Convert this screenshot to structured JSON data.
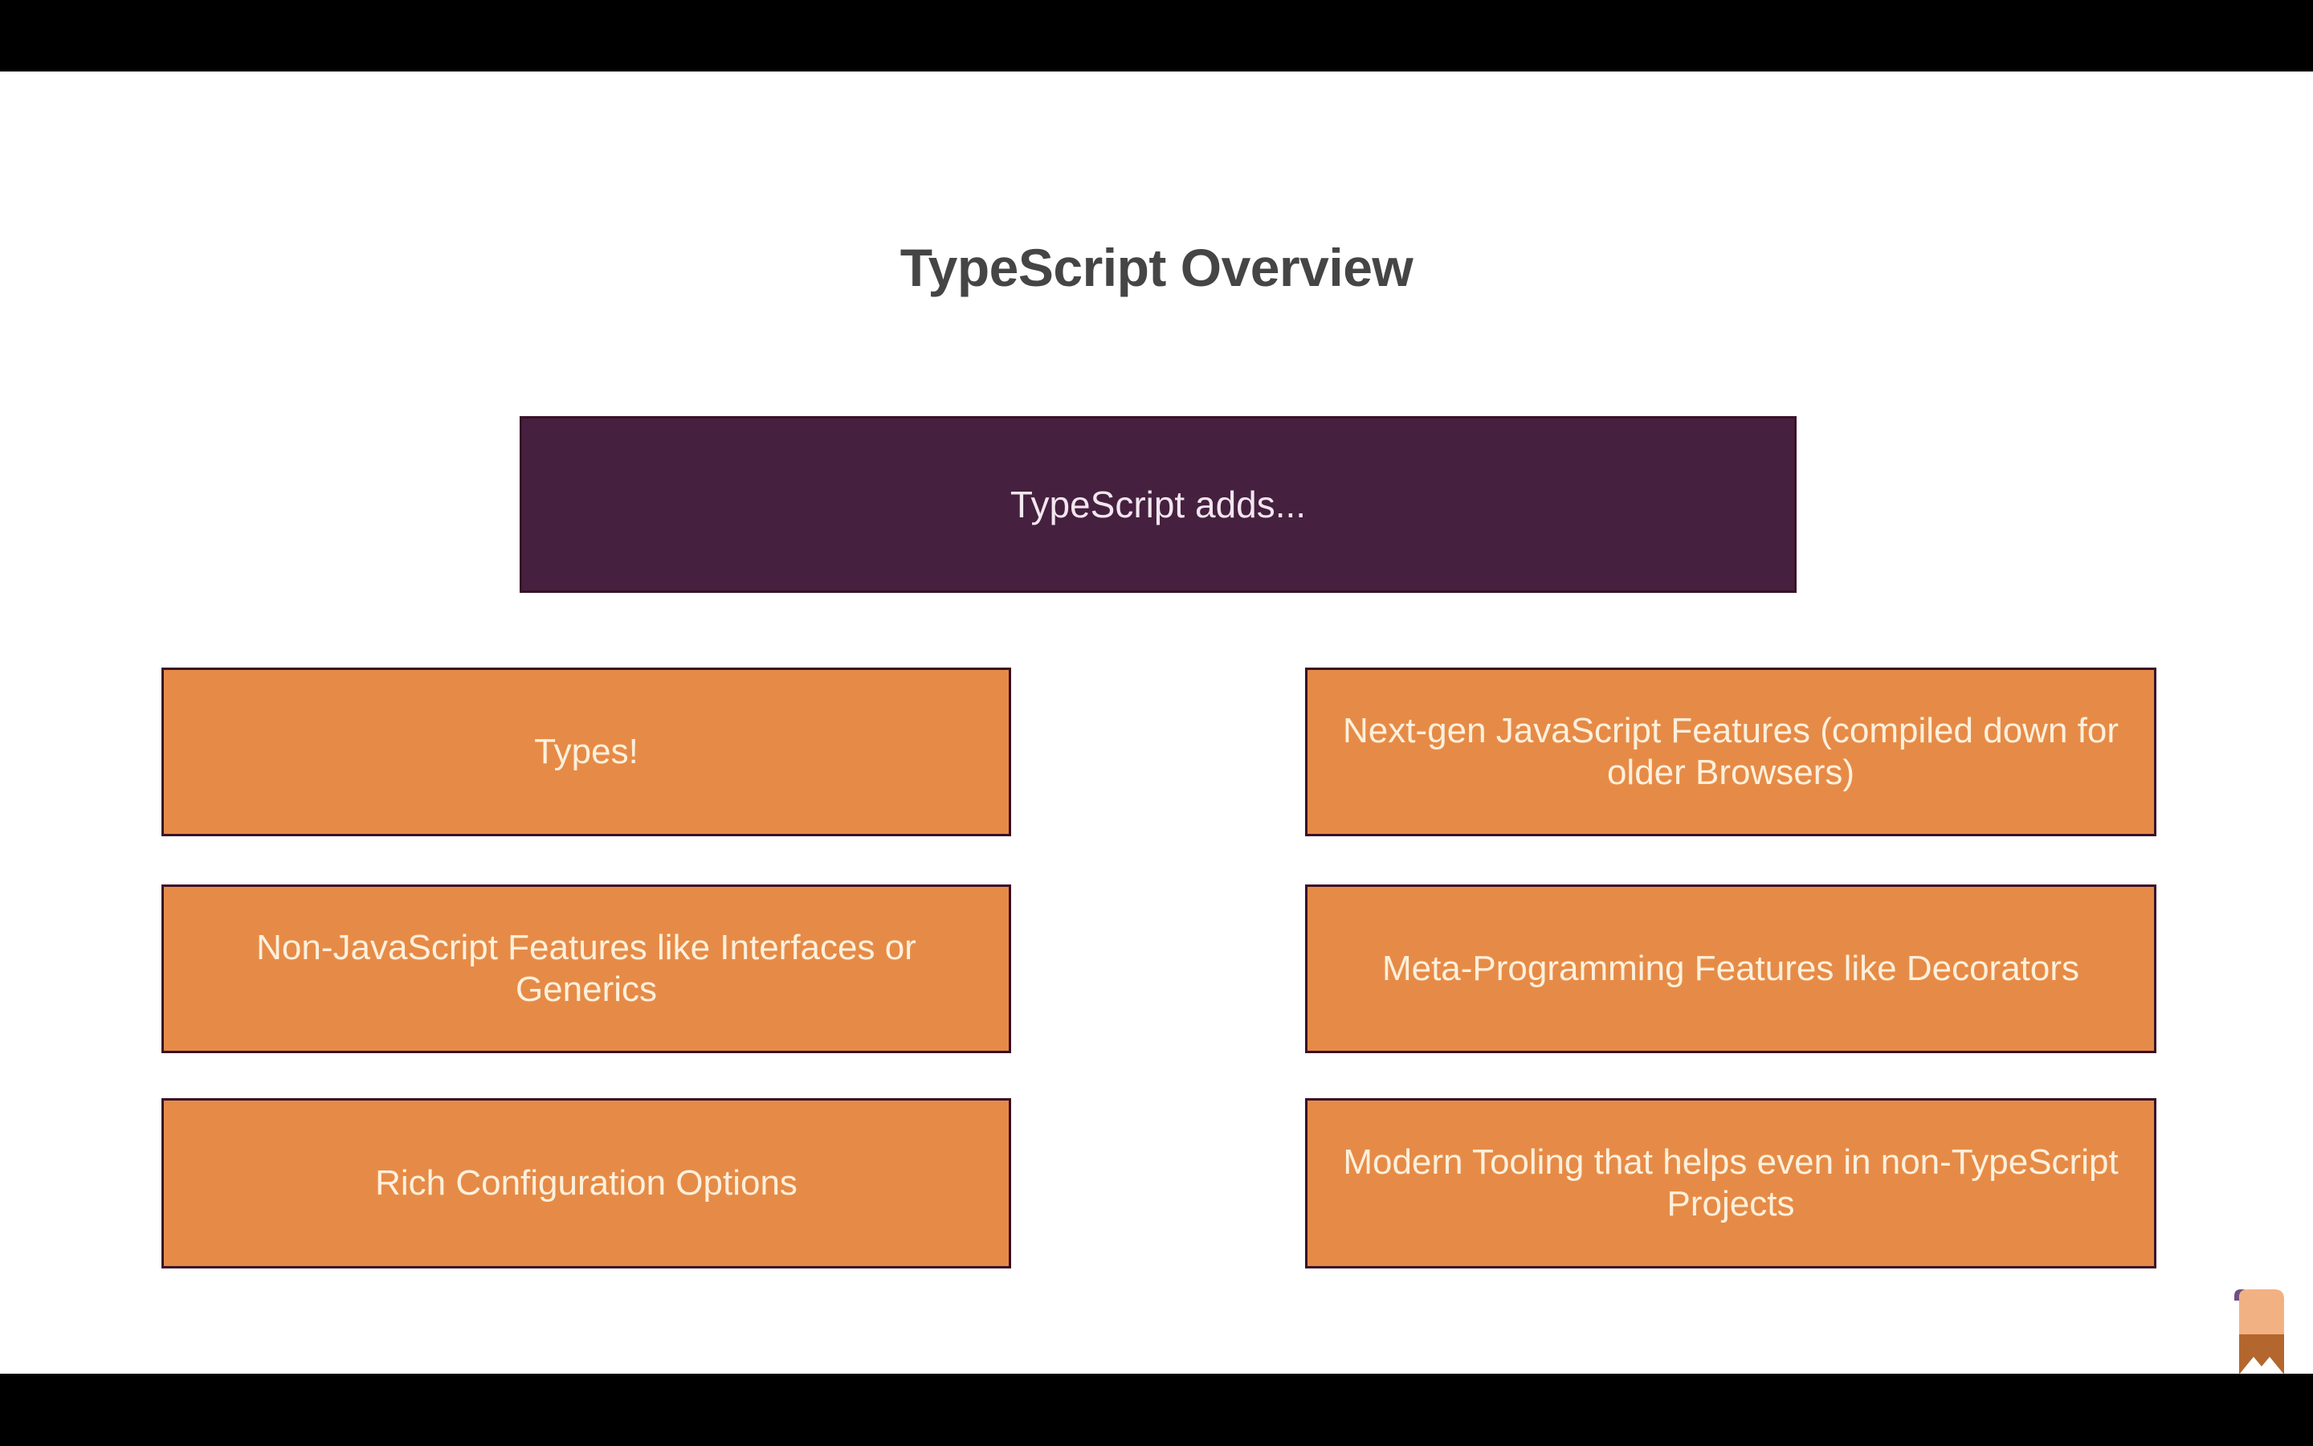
{
  "slide": {
    "title": "TypeScript Overview",
    "root_node": {
      "label": "TypeScript adds...",
      "color": "#45203F",
      "text_color": "#F2E6EF"
    },
    "leaf_color": "#E68B47",
    "leaf_text_color": "#FDF0DC",
    "border_color": "#3A1128",
    "title_color": "#454545",
    "background": "#FFFFFF",
    "letterbox_color": "#000000",
    "columns": {
      "left": [
        {
          "label": "Types!"
        },
        {
          "label": "Non-JavaScript Features like Interfaces or Generics"
        },
        {
          "label": "Rich Configuration Options"
        }
      ],
      "right": [
        {
          "label": "Next-gen JavaScript Features (compiled down for older Browsers)"
        },
        {
          "label": "Meta-Programming Features like Decorators"
        },
        {
          "label": "Modern Tooling that helps even in non-TypeScript Projects"
        }
      ]
    }
  },
  "branding": {
    "logo_name": "bookmark-logo",
    "logo_colors": {
      "cap": "#6E5083",
      "body_light": "#F2B183",
      "body_dark": "#B3672F"
    }
  }
}
